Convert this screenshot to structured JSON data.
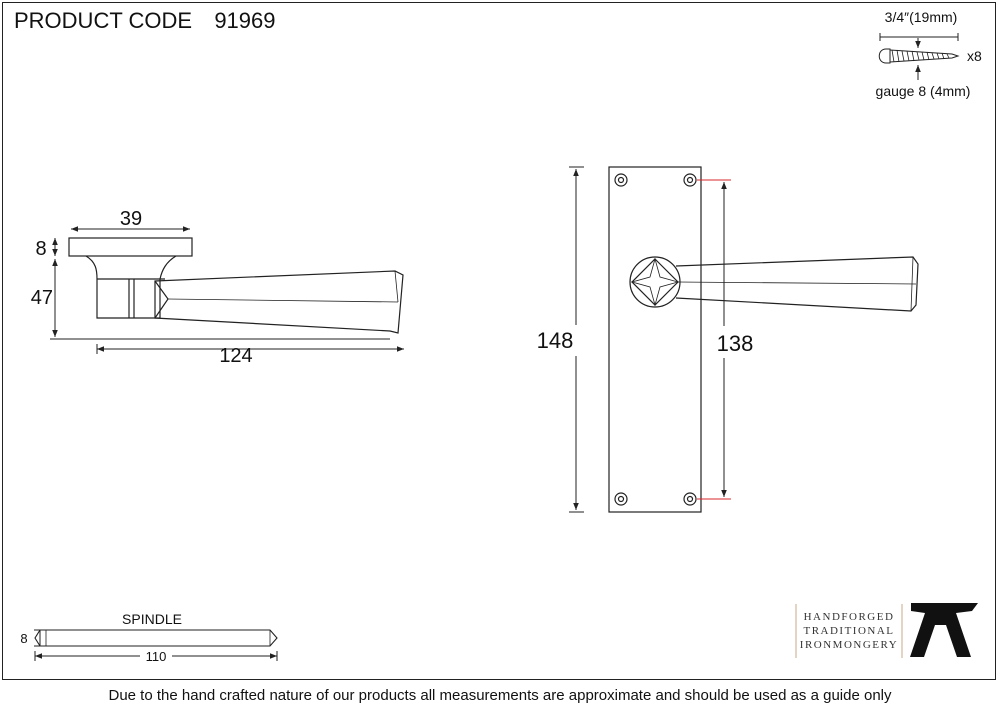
{
  "header": {
    "product_code_label": "PRODUCT CODE",
    "product_code_value": "91969"
  },
  "screw": {
    "length_label": "3/4″(19mm)",
    "quantity_label": "x8",
    "gauge_label": "gauge 8 (4mm)"
  },
  "side_view": {
    "rose_width_label": "39",
    "rose_thickness_label": "8",
    "projection_label": "47",
    "lever_length_label": "124"
  },
  "front_view": {
    "plate_height_label": "148",
    "fixing_centres_label": "138"
  },
  "spindle": {
    "title": "SPINDLE",
    "height_label": "8",
    "length_label": "110"
  },
  "brand": {
    "line1": "HANDFORGED",
    "line2": "TRADITIONAL",
    "line3": "IRONMONGERY"
  },
  "footer": {
    "disclaimer": "Due to the hand crafted nature of our products all measurements are approximate and should be used as a guide only"
  },
  "colors": {
    "line": "#222222",
    "accent_red": "#d9272e",
    "brand_text": "#333333"
  }
}
